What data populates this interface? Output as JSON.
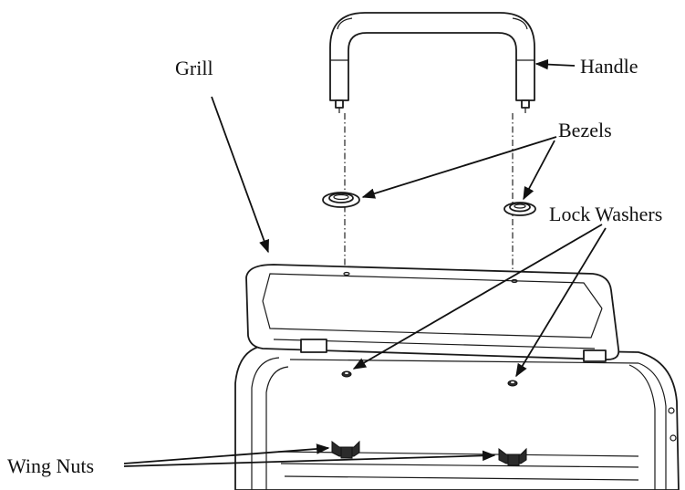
{
  "diagram": {
    "labels": {
      "grill": "Grill",
      "handle": "Handle",
      "bezels": "Bezels",
      "lock_washers": "Lock Washers",
      "wing_nuts": "Wing Nuts"
    }
  }
}
